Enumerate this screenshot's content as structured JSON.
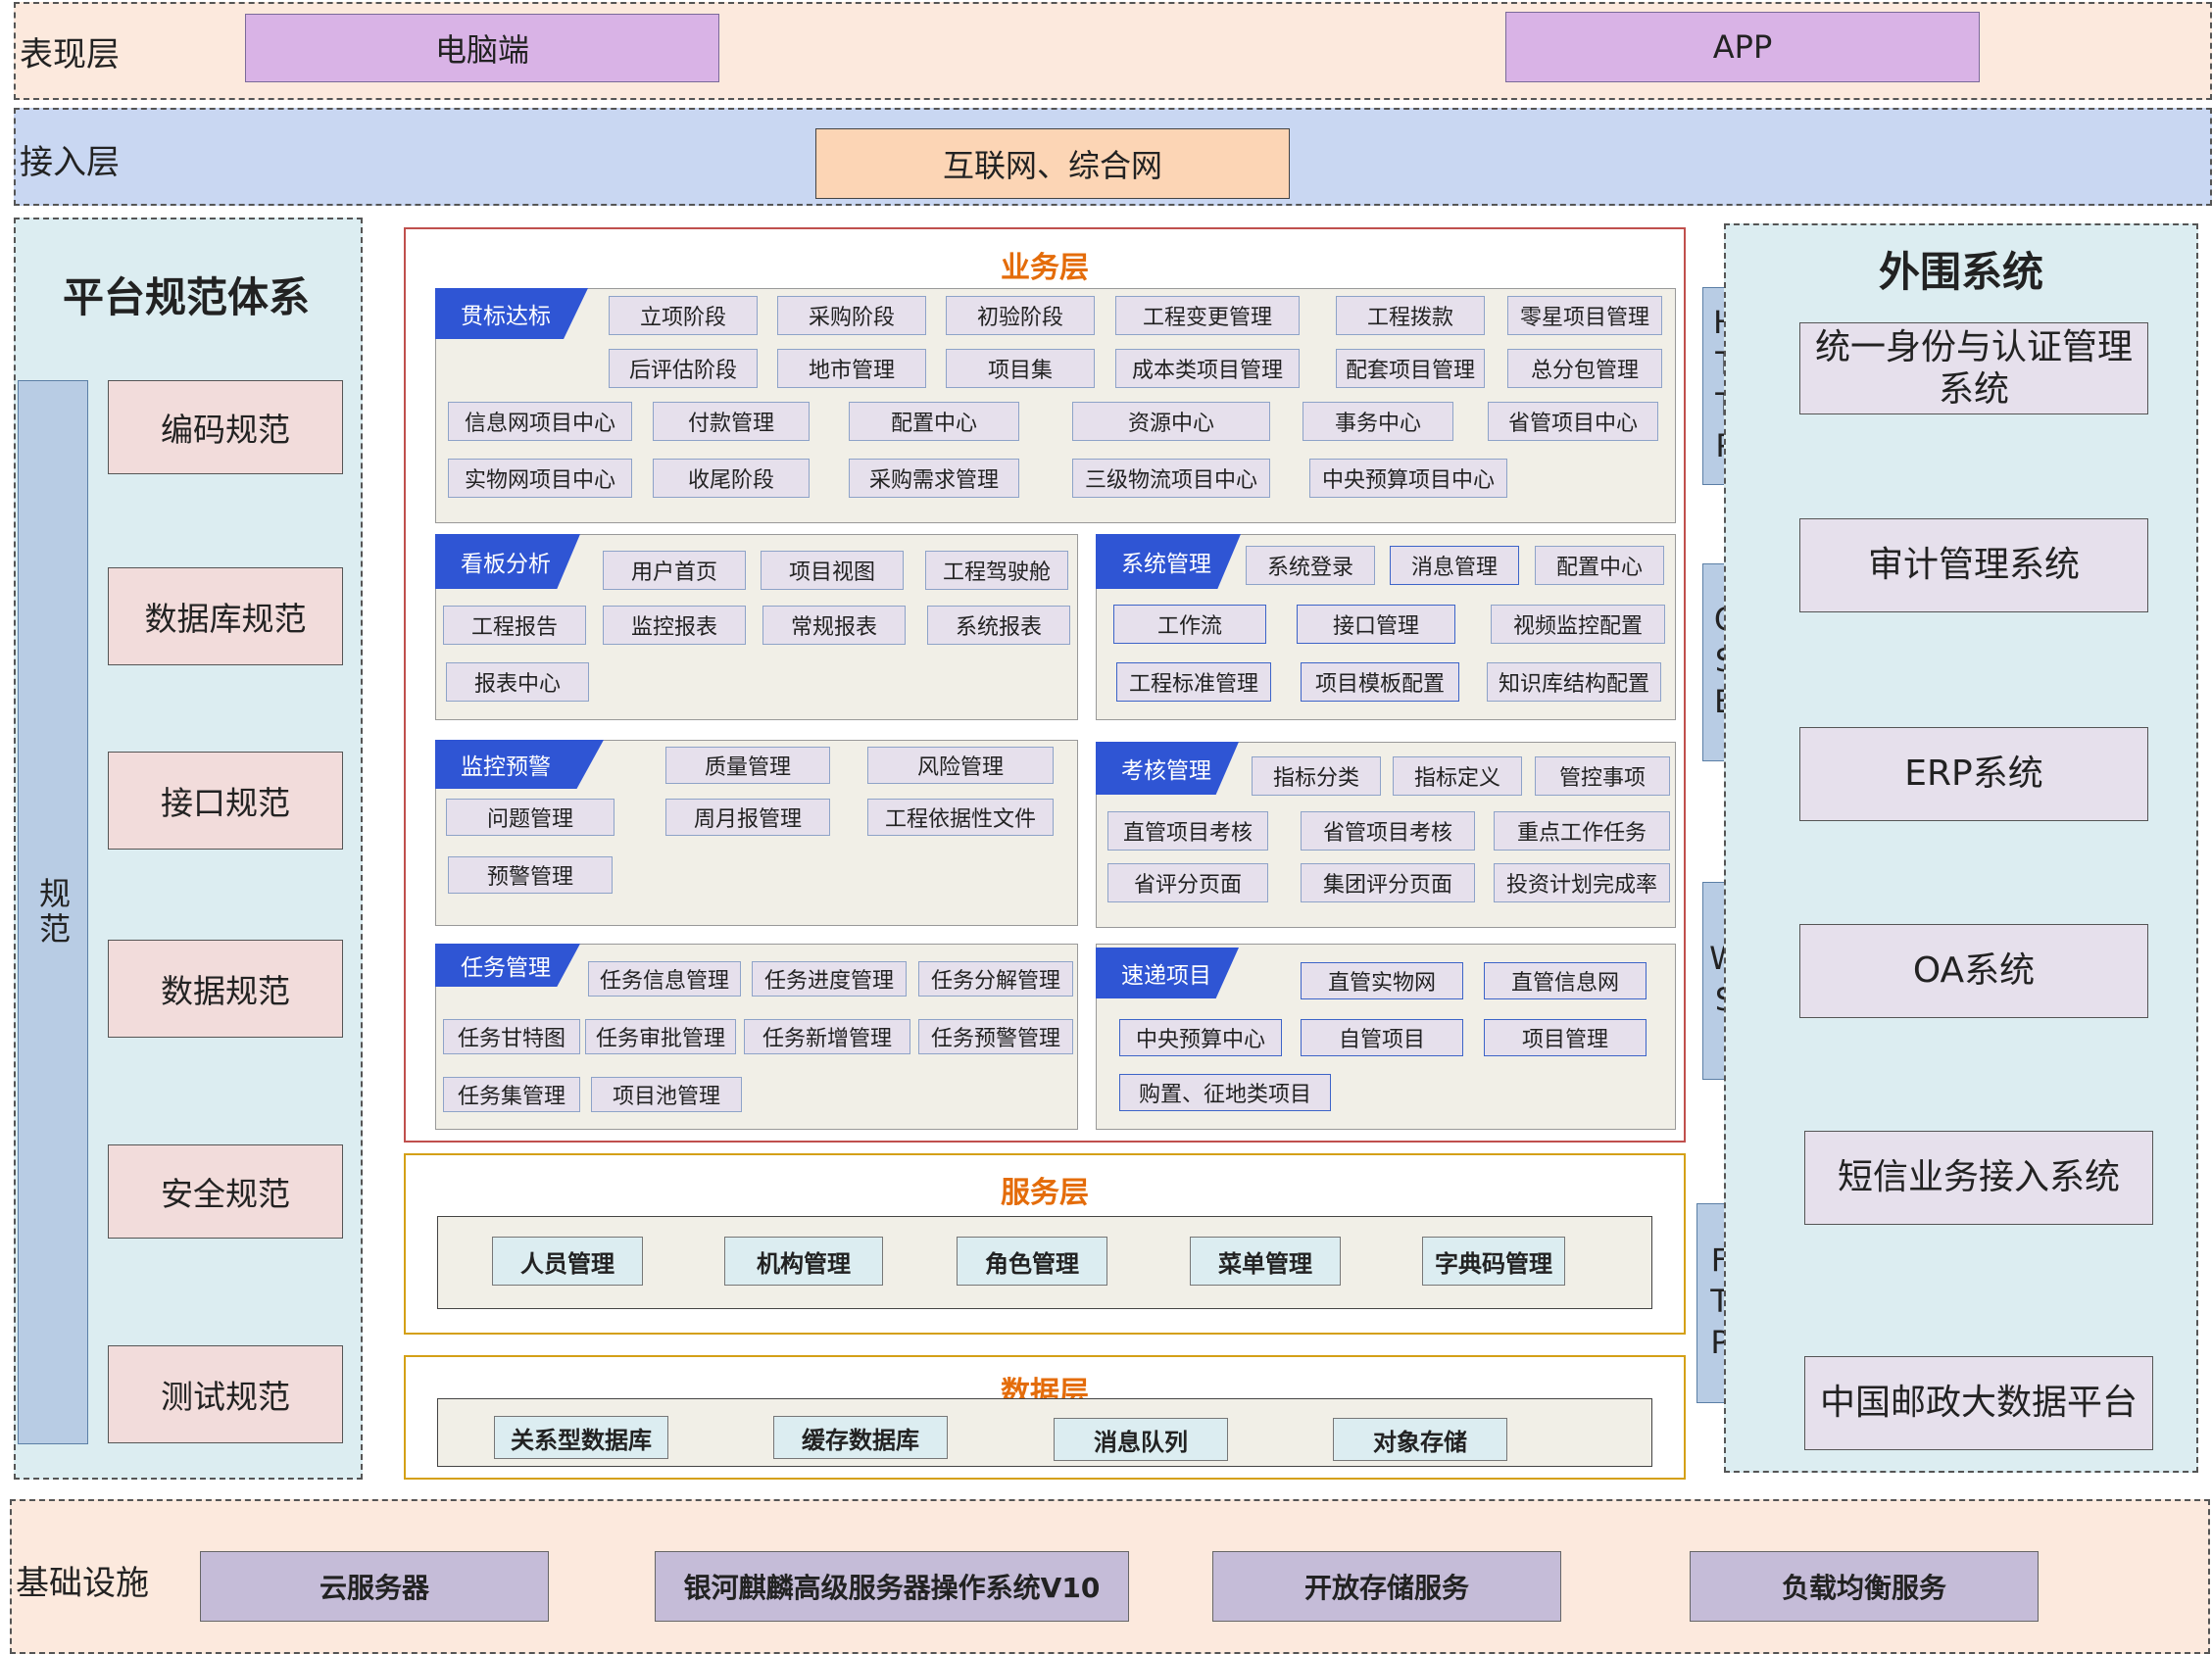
{
  "presentation": {
    "label": "表现层",
    "items": [
      "电脑端",
      "APP"
    ]
  },
  "access": {
    "label": "接入层",
    "items": [
      "互联网、综合网"
    ]
  },
  "platform": {
    "title": "平台规范体系",
    "side_label": "规范",
    "items": [
      "编码规范",
      "数据库规范",
      "接口规范",
      "数据规范",
      "安全规范",
      "测试规范"
    ]
  },
  "business": {
    "title": "业务层",
    "groups": {
      "gbdb": {
        "tag": "贯标达标",
        "items": [
          "立项阶段",
          "采购阶段",
          "初验阶段",
          "工程变更管理",
          "工程拨款",
          "零星项目管理",
          "后评估阶段",
          "地市管理",
          "项目集",
          "成本类项目管理",
          "配套项目管理",
          "总分包管理",
          "信息网项目中心",
          "付款管理",
          "配置中心",
          "资源中心",
          "事务中心",
          "省管项目中心",
          "实物网项目中心",
          "收尾阶段",
          "采购需求管理",
          "三级物流项目中心",
          "中央预算项目中心"
        ]
      },
      "kanban": {
        "tag": "看板分析",
        "items": [
          "用户首页",
          "项目视图",
          "工程驾驶舱",
          "工程报告",
          "监控报表",
          "常规报表",
          "系统报表",
          "报表中心"
        ]
      },
      "system": {
        "tag": "系统管理",
        "items": [
          "系统登录",
          "消息管理",
          "配置中心",
          "工作流",
          "接口管理",
          "视频监控配置",
          "工程标准管理",
          "项目模板配置",
          "知识库结构配置"
        ]
      },
      "monitor": {
        "tag": "监控预警",
        "items": [
          "质量管理",
          "风险管理",
          "问题管理",
          "周月报管理",
          "工程依据性文件",
          "预警管理"
        ]
      },
      "assess": {
        "tag": "考核管理",
        "items": [
          "指标分类",
          "指标定义",
          "管控事项",
          "直管项目考核",
          "省管项目考核",
          "重点工作任务",
          "省评分页面",
          "集团评分页面",
          "投资计划完成率"
        ]
      },
      "task": {
        "tag": "任务管理",
        "items": [
          "任务信息管理",
          "任务进度管理",
          "任务分解管理",
          "任务甘特图",
          "任务审批管理",
          "任务新增管理",
          "任务预警管理",
          "任务集管理",
          "项目池管理"
        ]
      },
      "express": {
        "tag": "速递项目",
        "items": [
          "直管实物网",
          "直管信息网",
          "中央预算中心",
          "自管项目",
          "项目管理",
          "购置、征地类项目"
        ]
      }
    }
  },
  "service": {
    "title": "服务层",
    "items": [
      "人员管理",
      "机构管理",
      "角色管理",
      "菜单管理",
      "字典码管理"
    ]
  },
  "data_layer": {
    "title": "数据层",
    "items": [
      "关系型数据库",
      "缓存数据库",
      "消息队列",
      "对象存储"
    ]
  },
  "protocols": [
    "HTTP",
    "CSB",
    "WS",
    "FTP"
  ],
  "external": {
    "title": "外围系统",
    "items": [
      "统一身份与认证管理系统",
      "审计管理系统",
      "ERP系统",
      "OA系统",
      "短信业务接入系统",
      "中国邮政大数据平台"
    ]
  },
  "infrastructure": {
    "label": "基础设施",
    "items": [
      "云服务器",
      "银河麒麟高级服务器操作系统V10",
      "开放存储服务",
      "负载均衡服务"
    ]
  },
  "colors": {
    "accent_orange": "#e46c0a",
    "tag_blue": "#2f55d4",
    "business_border": "#c0504d",
    "service_border": "#d4a017"
  }
}
